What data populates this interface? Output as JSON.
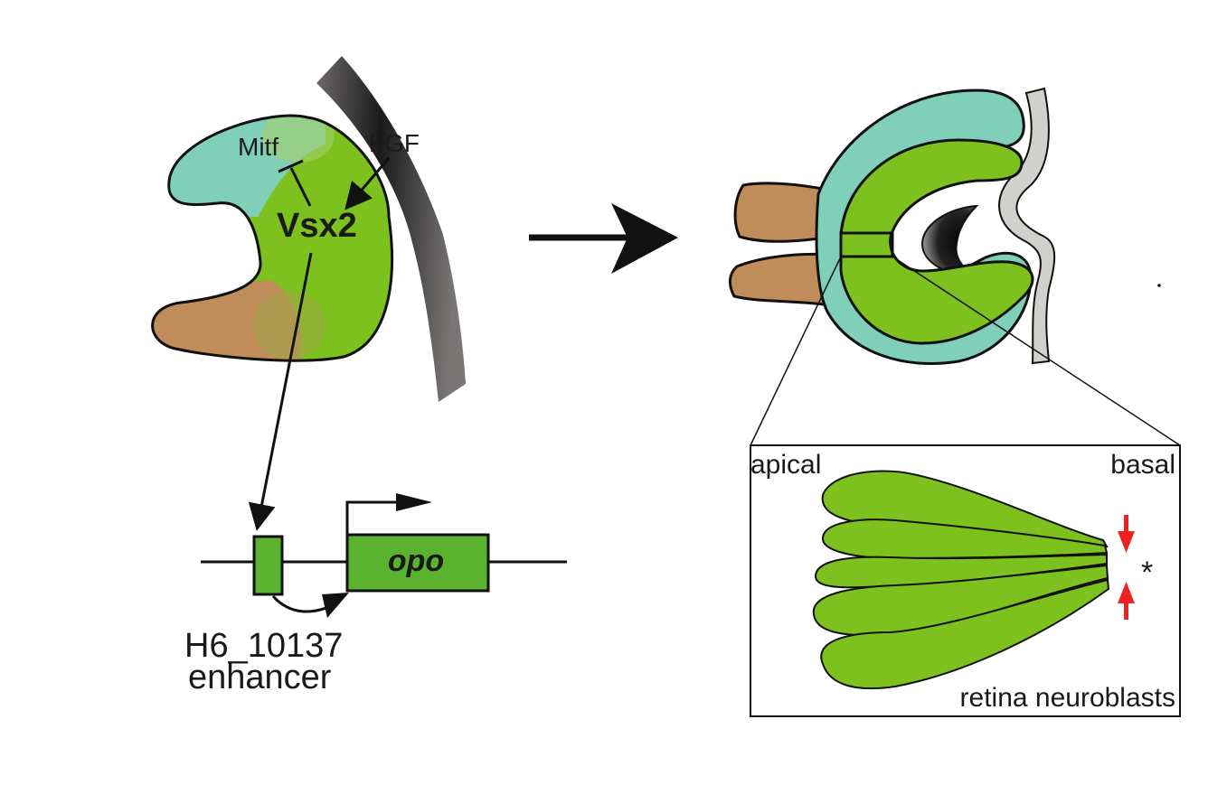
{
  "left_panel": {
    "labels": {
      "mitf": "Mitf",
      "fgf": "FGF",
      "vsx2": "Vsx2"
    }
  },
  "gene_model": {
    "gene": "opo",
    "enhancer_line1": "H6_10137",
    "enhancer_line2": "enhancer"
  },
  "inset": {
    "apical": "apical",
    "basal": "basal",
    "caption": "retina neuroblasts",
    "asterisk": "*"
  },
  "colors": {
    "retina_green": "#7dc11f",
    "rpe_teal": "#80cfb8",
    "stalk_brown": "#c08c5a",
    "ectoderm_gray": "#6e6a6a",
    "lens_black": "#111111",
    "constriction_red": "#ee2222",
    "outline": "#111111"
  }
}
